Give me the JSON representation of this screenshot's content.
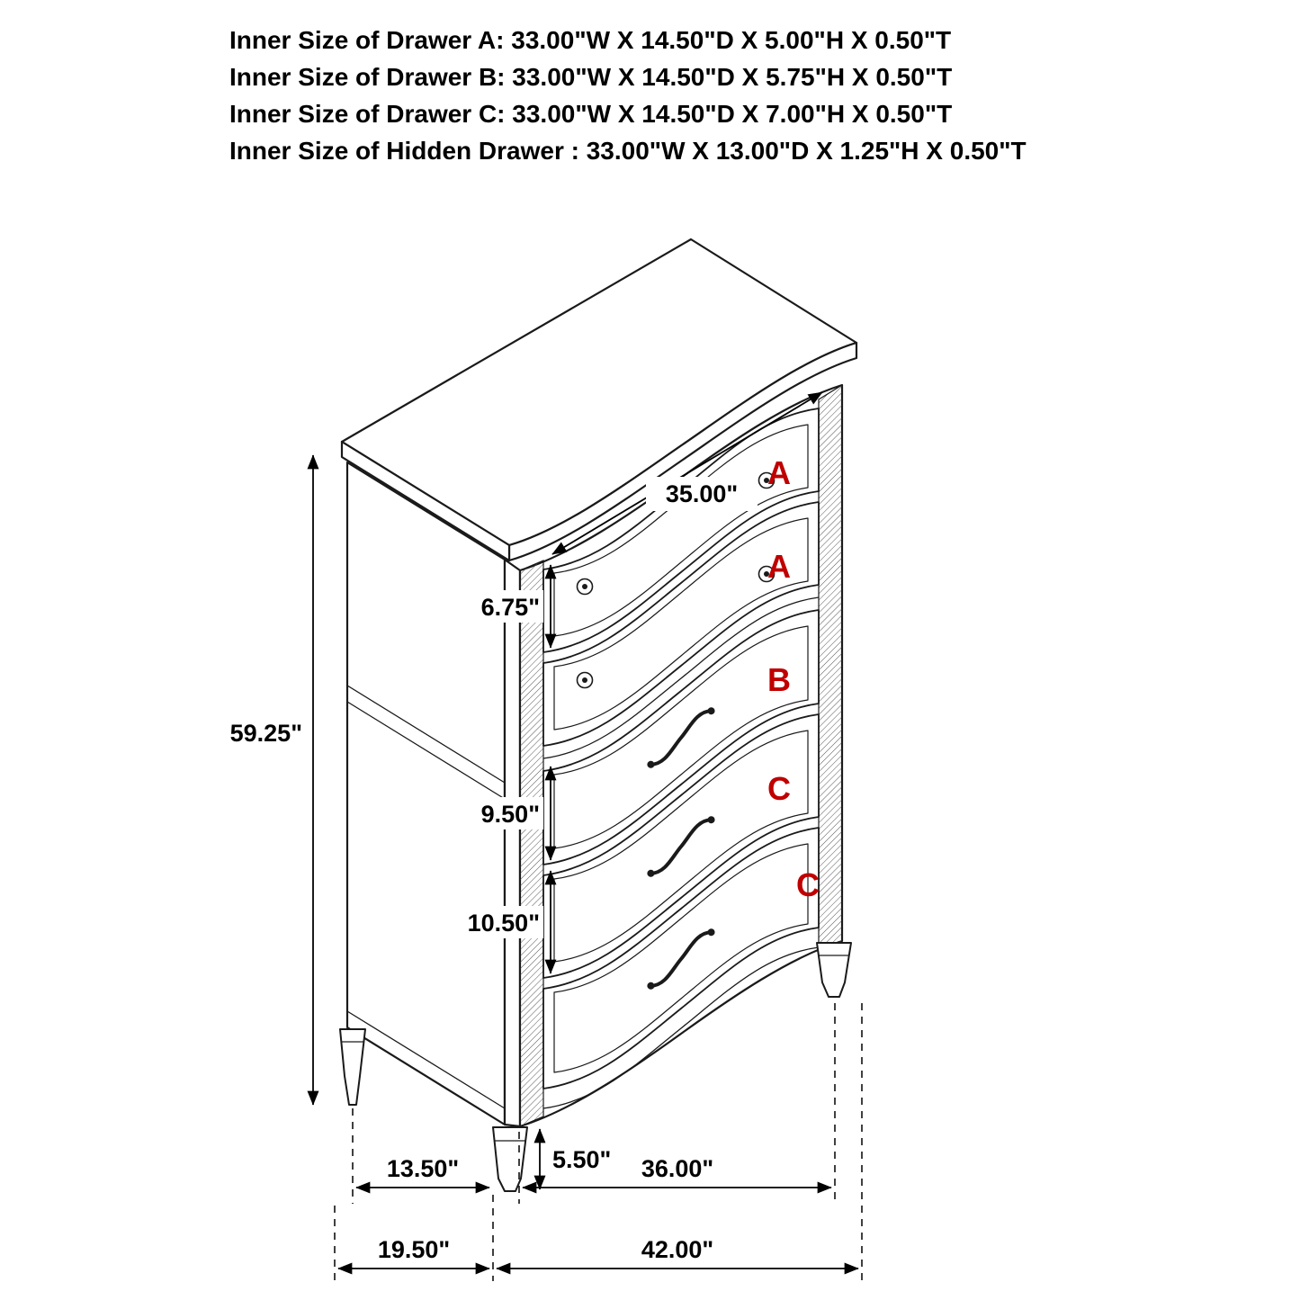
{
  "header": {
    "lines": [
      "Inner Size of Drawer A: 33.00\"W X 14.50\"D X 5.00\"H X 0.50\"T",
      "Inner Size of Drawer B: 33.00\"W X 14.50\"D X 5.75\"H X 0.50\"T",
      "Inner Size of Drawer C: 33.00\"W X 14.50\"D X 7.00\"H X 0.50\"T",
      "Inner Size of Hidden Drawer : 33.00\"W X 13.00\"D X 1.25\"H X 0.50\"T"
    ]
  },
  "drawer_labels": [
    "A",
    "A",
    "B",
    "C",
    "C"
  ],
  "dimensions": {
    "top_width": "35.00\"",
    "top_drawer_height": "6.75\"",
    "overall_height": "59.25\"",
    "drawer_b_front_height": "9.50\"",
    "drawer_c_front_height": "10.50\"",
    "leg_height": "5.50\"",
    "leg_setback_depth": "13.50\"",
    "front_leg_span": "36.00\"",
    "overall_depth": "19.50\"",
    "overall_width": "42.00\""
  },
  "colors": {
    "line_color": "#1a1a1a",
    "drawer_label_color": "#c00000"
  }
}
